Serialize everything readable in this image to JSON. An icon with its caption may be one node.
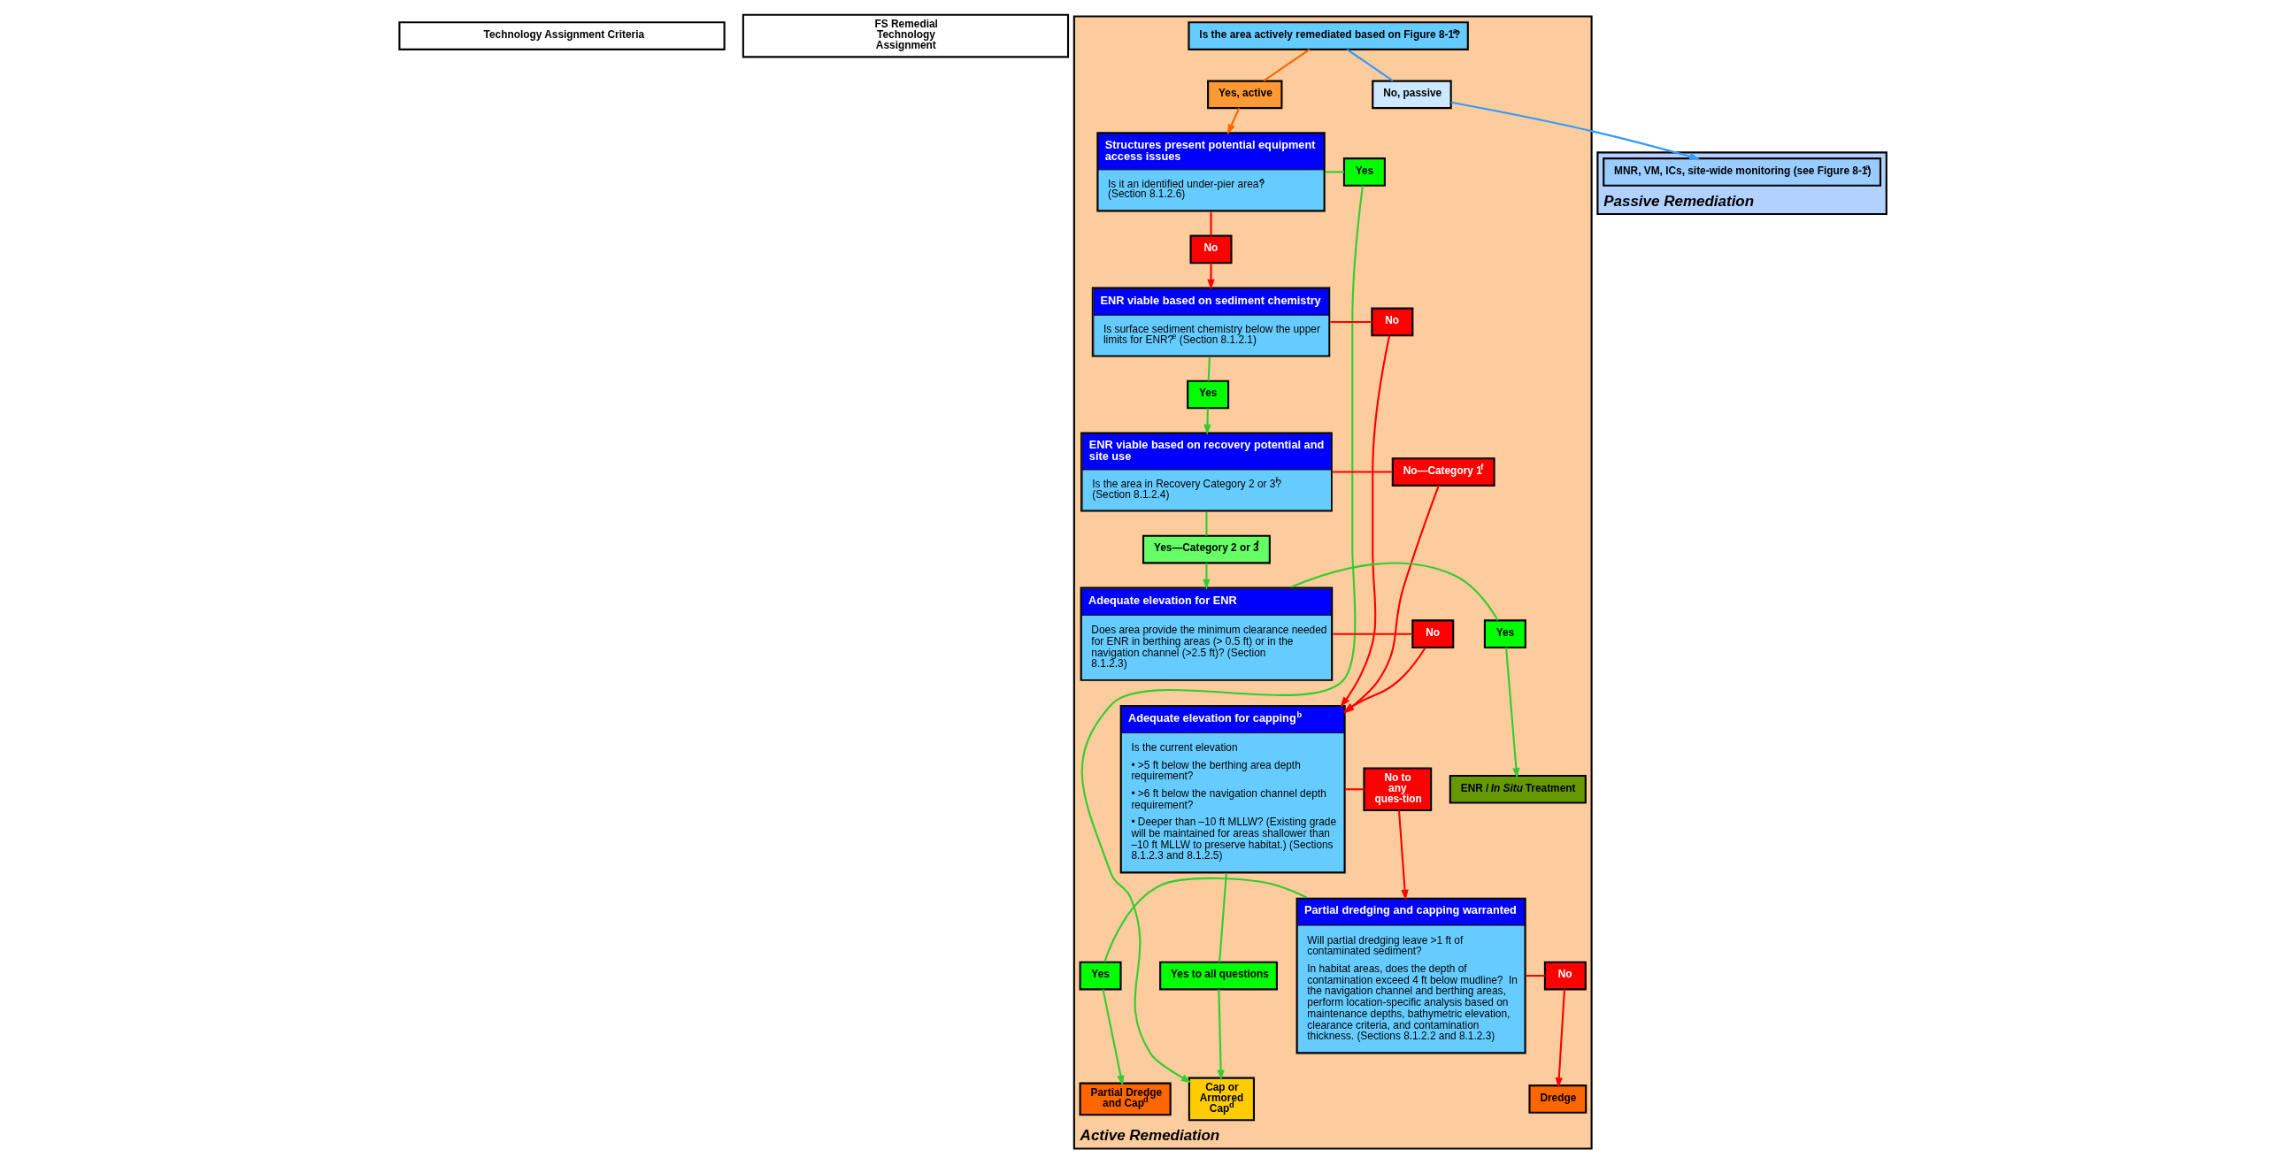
{
  "diagram": {
    "nodes": [
      {
        "text": [
          "Technology Assignment Criteria"
        ]
      },
      {
        "text": [
          "FS Remedial Technology Assignment"
        ]
      },
      {
        "text": [
          "Active Remediation"
        ]
      },
      {
        "text": [
          "Is the area actively remediated based on Figure 8-1?$^{a}$"
        ],
        "in": 2
      },
      {
        "text": [
          "No, passive"
        ],
        "in": 2
      },
      {
        "text": [
          "Yes, active"
        ],
        "in": 2
      },
      {
        "text": [
          "Structures present potential equipment access issues",
          "Is it an identified under-pier area?$^{c}$ (Section 8.1.2.6)"
        ],
        "in": 2
      },
      {
        "text": [
          "Yes"
        ],
        "in": 2
      },
      {
        "text": [
          "No"
        ],
        "in": 2
      },
      {
        "text": [
          "ENR viable based on sediment chemistry",
          "Is surface sediment chemistry below the upper limits for ENR?$^{e}$ (Section 8.1.2.1)"
        ],
        "in": 2
      },
      {
        "text": [
          "No"
        ],
        "in": 2
      },
      {
        "text": [
          "Yes"
        ],
        "in": 2
      },
      {
        "text": [
          "ENR viable based on recovery potential and site use",
          "Is the area in Recovery Category 2 or 3?$^{f}$ (Section 8.1.2.4)"
        ],
        "in": 2
      },
      {
        "text": [
          "No—Category 1$^{f}$"
        ],
        "in": 2
      },
      {
        "text": [
          "Yes—Category 2 or 3$^{f}$"
        ],
        "in": 2
      },
      {
        "text": [
          "Adequate elevation for capping$^{b}$",
          "Is the current elevation",
          "• >5 ft below the berthing area depth requirement?",
          "• >6 ft below the navigation channel depth requirement?",
          "• Deeper than –10 ft MLLW? (Existing grade will be maintained for areas shallower than –10 ft MLLW to preserve habitat.) (Sections 8.1.2.3 and 8.1.2.5)"
        ],
        "in": 2
      },
      {
        "text": [
          "Yes to all questions"
        ],
        "in": 2
      },
      {
        "text": [
          "No to any ques-tion"
        ],
        "in": 2
      },
      {
        "text": [
          "Partial dredging and capping warranted",
          "Will partial dredging leave >1 ft of contaminated sediment?",
          "In habitat areas, does the depth of contamination exceed 4 ft below mudline?  In the navigation channel and berthing areas, perform location-specific analysis based on maintenance depths, bathymetric elevation, clearance criteria, and contamination thickness. (Sections 8.1.2.2 and 8.1.2.3)"
        ],
        "in": 2
      },
      {
        "text": [
          "No"
        ],
        "in": 2
      },
      {
        "text": [
          "Yes"
        ],
        "in": 2
      },
      {
        "text": [
          "Adequate elevation for ENR",
          "Does area provide the minimum clearance needed for ENR in berthing areas (> 0.5 ft) or in the navigation channel (>2.5 ft)? (Section 8.1.2.3)"
        ],
        "in": 2
      },
      {
        "text": [
          "No"
        ],
        "in": 2
      },
      {
        "text": [
          "Yes"
        ],
        "in": 2
      },
      {
        "text": [
          "Dredge"
        ],
        "in": 2
      },
      {
        "text": [
          "Partial Dredge and Cap$^{d}$"
        ],
        "in": 2
      },
      {
        "text": [
          "Cap or Armored Cap$^{d}$"
        ],
        "in": 2
      },
      {
        "text": [
          "ENR / *In Situ* Treatment"
        ],
        "in": 2
      },
      {
        "text": [
          "Passive Remediation"
        ]
      },
      {
        "text": [
          "MNR, VM, ICs, site-wide monitoring (see Figure 8-1)$^{a}$"
        ],
        "in": 28
      }
    ],
    "edges": [
      {
        "from": 3,
        "to": 4,
        "arrow": "none",
        "color": "#3399ff"
      },
      {
        "from": 3,
        "to": 5,
        "arrow": "none",
        "color": "#ff6600"
      },
      {
        "from": 5,
        "to": 6,
        "arrow": "to",
        "color": "#ff6600"
      },
      {
        "from": 6,
        "to": 7,
        "arrow": "none",
        "color": "#33cc33"
      },
      {
        "from": 7,
        "to": 26,
        "arrow": "to",
        "color": "#33cc33"
      },
      {
        "from": 6,
        "to": 8,
        "arrow": "none",
        "color": "#ff0000"
      },
      {
        "from": 8,
        "to": 9,
        "arrow": "to",
        "color": "#ff0000"
      },
      {
        "from": 9,
        "to": 10,
        "arrow": "none",
        "color": "#ff0000"
      },
      {
        "from": 10,
        "to": 15,
        "arrow": "to",
        "color": "#ff0000"
      },
      {
        "from": 9,
        "to": 11,
        "arrow": "none",
        "color": "#33cc33"
      },
      {
        "from": 11,
        "to": 12,
        "arrow": "to",
        "color": "#33cc33"
      },
      {
        "from": 12,
        "to": 13,
        "arrow": "none",
        "color": "#ff0000"
      },
      {
        "from": 13,
        "to": 15,
        "arrow": "to",
        "color": "#ff0000"
      },
      {
        "from": 12,
        "to": 14,
        "arrow": "none",
        "color": "#33cc33"
      },
      {
        "from": 14,
        "to": 21,
        "arrow": "to",
        "color": "#33cc33"
      },
      {
        "from": 15,
        "to": 16,
        "arrow": "none",
        "color": "#33cc33"
      },
      {
        "from": 16,
        "to": 26,
        "arrow": "to",
        "color": "#33cc33"
      },
      {
        "from": 15,
        "to": 17,
        "arrow": "none",
        "color": "#ff0000"
      },
      {
        "from": 17,
        "to": 18,
        "arrow": "to",
        "color": "#ff0000"
      },
      {
        "from": 18,
        "to": 19,
        "arrow": "none",
        "color": "#ff0000"
      },
      {
        "from": 19,
        "to": 24,
        "arrow": "to",
        "color": "#ff0000"
      },
      {
        "from": 18,
        "to": 20,
        "arrow": "none",
        "color": "#33cc33"
      },
      {
        "from": 20,
        "to": 25,
        "arrow": "to",
        "color": "#33cc33"
      },
      {
        "from": 21,
        "to": 22,
        "arrow": "none",
        "color": "#ff0000"
      },
      {
        "from": 22,
        "to": 15,
        "arrow": "to",
        "color": "#ff0000"
      },
      {
        "from": 21,
        "to": 23,
        "arrow": "none",
        "color": "#33cc33"
      },
      {
        "from": 23,
        "to": 27,
        "arrow": "to",
        "color": "#33cc33"
      },
      {
        "from": 4,
        "to": 29,
        "arrow": "to",
        "color": "#3399ff"
      }
    ]
  }
}
